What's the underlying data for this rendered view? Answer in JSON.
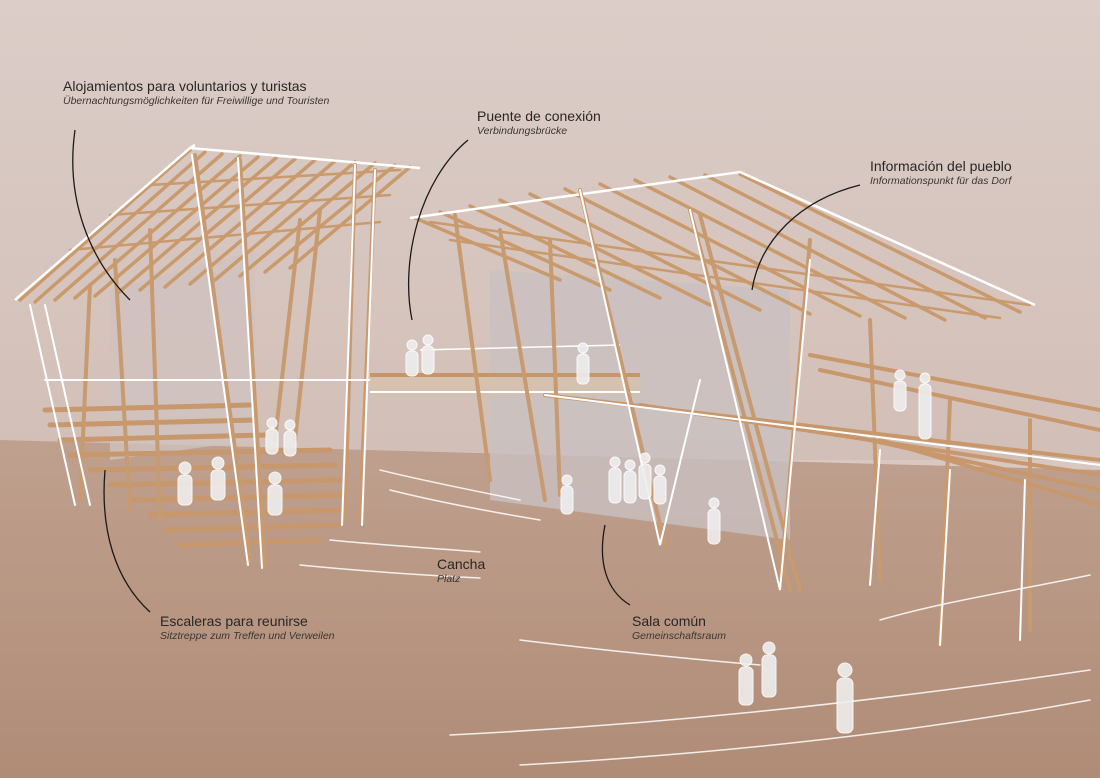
{
  "annotations": [
    {
      "id": "alojamientos",
      "es": "Alojamientos para voluntarios y turistas",
      "de": "Übernachtungsmöglichkeiten für Freiwillige und Touristen"
    },
    {
      "id": "puente",
      "es": "Puente de conexión",
      "de": "Verbindungsbrücke"
    },
    {
      "id": "informacion",
      "es": "Información del pueblo",
      "de": "Informationspunkt für das Dorf"
    },
    {
      "id": "cancha",
      "es": "Cancha",
      "de": "Platz"
    },
    {
      "id": "escaleras",
      "es": "Escaleras para reunirse",
      "de": "Sitztreppe zum Treffen und Verweilen"
    },
    {
      "id": "sala",
      "es": "Sala común",
      "de": "Gemeinschaftsraum"
    }
  ],
  "colors": {
    "wall": "#d9c8c2",
    "ground": "#b99884",
    "bamboo": "#cfa57f",
    "chalk": "#ffffff",
    "ink": "#1c1a19"
  }
}
